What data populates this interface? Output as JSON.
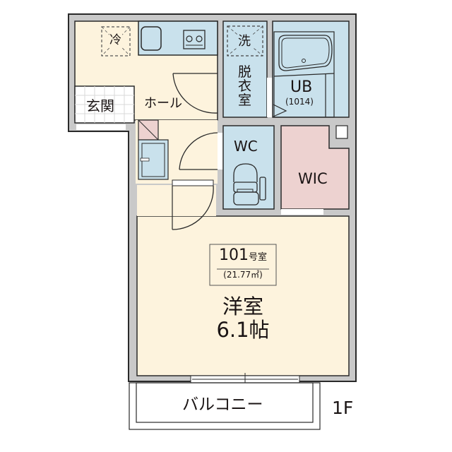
{
  "floor_plan": {
    "unit": {
      "number": "101",
      "number_suffix": "号室",
      "area": "(21.77㎡)"
    },
    "floor_label": "1F",
    "rooms": {
      "western_room": {
        "label": "洋室",
        "size": "6.1帖"
      },
      "hall": {
        "label": "ホール"
      },
      "entrance": {
        "label": "玄関"
      },
      "dressing_room": {
        "label": "脱衣室"
      },
      "unit_bath": {
        "label": "UB",
        "model": "(1014)"
      },
      "wc": {
        "label": "WC"
      },
      "wic": {
        "label": "WIC"
      },
      "balcony": {
        "label": "バルコニー"
      }
    },
    "fixtures": {
      "refrigerator": "冷",
      "washing_machine": "洗"
    },
    "colors": {
      "wall": "#c9c9c9",
      "outline": "#2a2a2a",
      "living_floor": "#fdf3dd",
      "wet_area": "#c9e1ec",
      "closet": "#edd2d0",
      "entrance_tile": "#ffffff"
    }
  }
}
